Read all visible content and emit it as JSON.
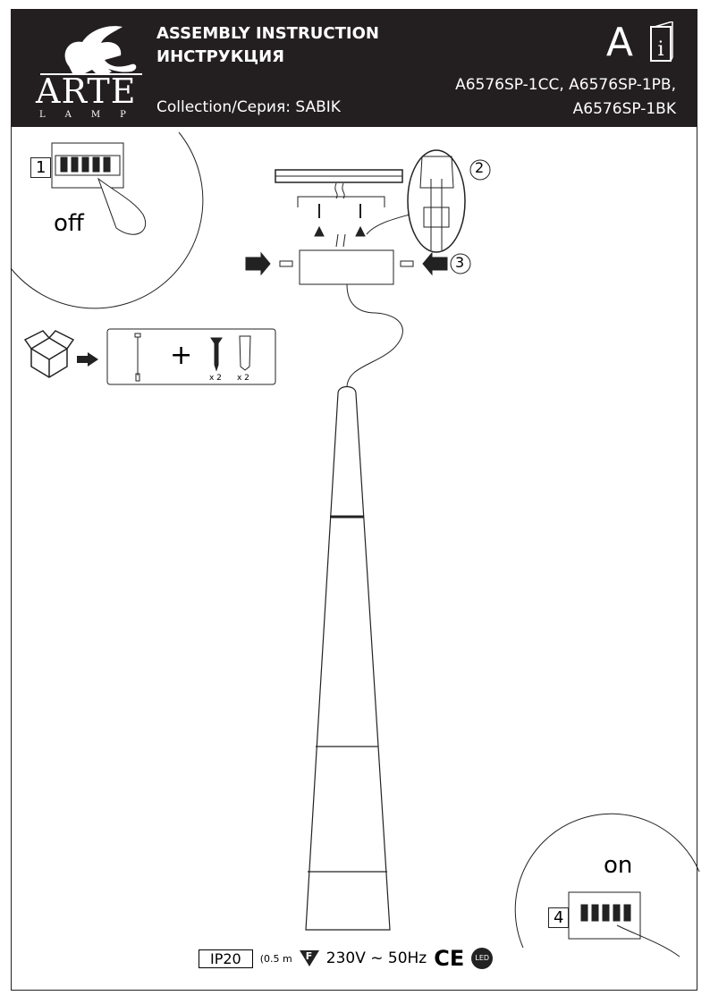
{
  "header": {
    "brand": "ARTE",
    "brand_sub": "LAMP",
    "title_en": "ASSEMBLY INSTRUCTION",
    "title_ru": "ИНСТРУКЦИЯ",
    "collection": "Collection/Серия: SABIK",
    "class_letter": "A",
    "models_line1": "A6576SP-1CC, A6576SP-1PB,",
    "models_line2": "A6576SP-1BK"
  },
  "steps": {
    "step1_number": "1",
    "step1_label": "off",
    "step2_number": "2",
    "step3_number": "3",
    "step4_number": "4",
    "step4_label": "on"
  },
  "package": {
    "plus": "+",
    "screw_qty": "x 2",
    "dowel_qty": "x 2"
  },
  "specs": {
    "ip": "IP20",
    "distance": "0.5 m",
    "f_mark": "F",
    "voltage": "230V ~ 50Hz",
    "ce": "CE",
    "led": "LED"
  }
}
